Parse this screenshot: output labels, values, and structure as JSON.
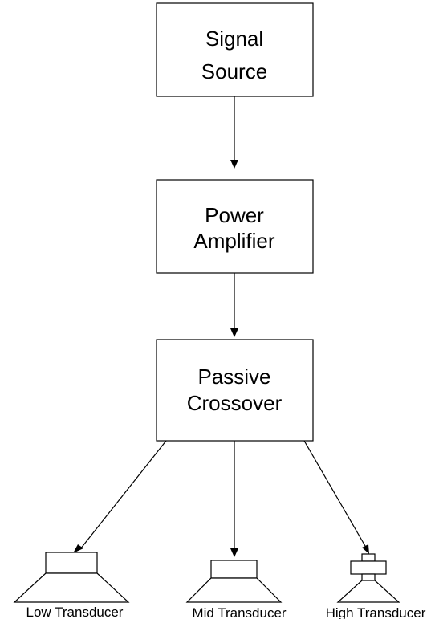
{
  "blocks": {
    "signal_source": {
      "line1": "Signal",
      "line2": "Source"
    },
    "power_amplifier": {
      "line1": "Power",
      "line2": "Amplifier"
    },
    "passive_crossover": {
      "line1": "Passive",
      "line2": "Crossover"
    }
  },
  "transducers": {
    "low": "Low Transducer",
    "mid": "Mid Transducer",
    "high": "High Transducer"
  },
  "colors": {
    "line": "#000000",
    "background": "#ffffff"
  }
}
